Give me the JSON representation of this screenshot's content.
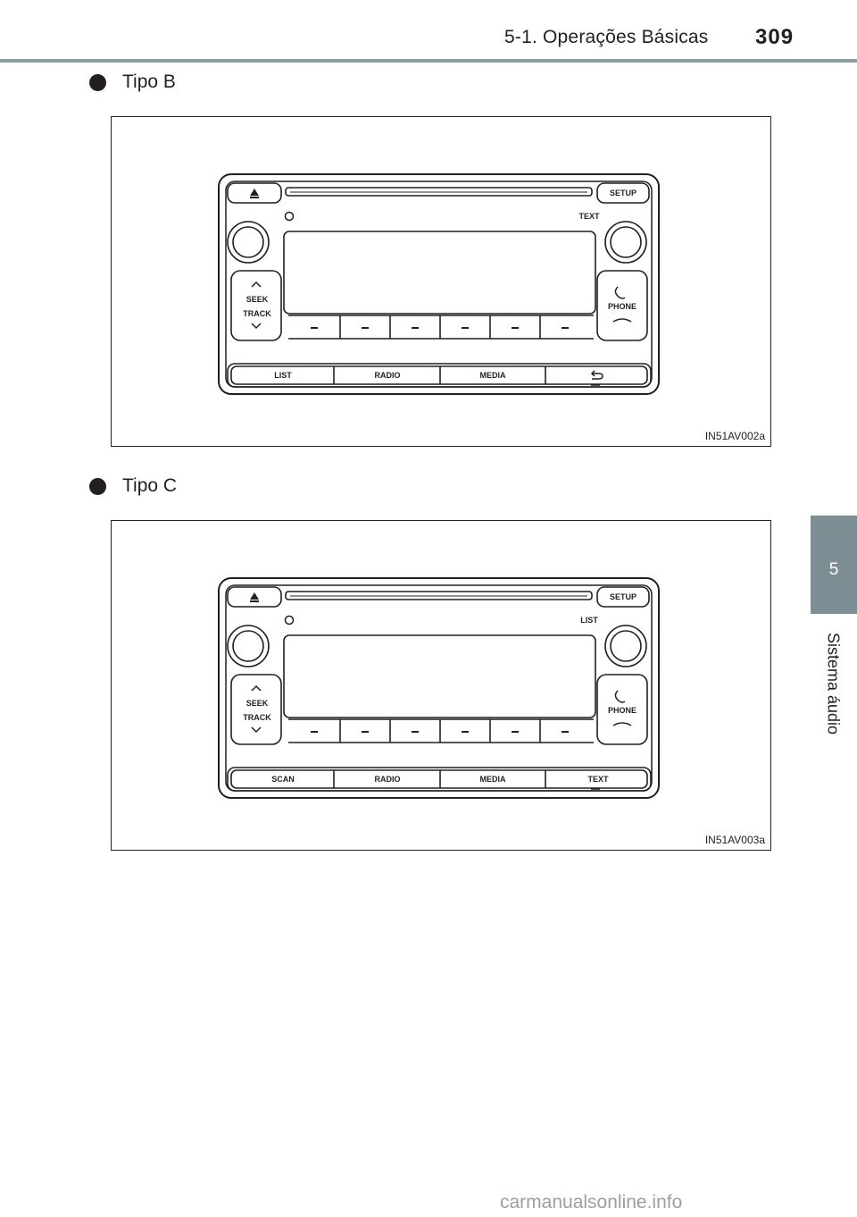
{
  "header": {
    "section_title": "5-1. Operações Básicas",
    "page_number": "309"
  },
  "side_tab": {
    "chapter_number": "5",
    "chapter_title": "Sistema áudio"
  },
  "figures": [
    {
      "heading": "Tipo B",
      "code": "IN51AV002a",
      "labels": {
        "setup": "SETUP",
        "text_top": "TEXT",
        "seek": "SEEK",
        "track": "TRACK",
        "phone": "PHONE"
      },
      "bottom_buttons": [
        "LIST",
        "RADIO",
        "MEDIA"
      ],
      "last_button_icon": "back-arrow-icon"
    },
    {
      "heading": "Tipo C",
      "code": "IN51AV003a",
      "labels": {
        "setup": "SETUP",
        "list_top": "LIST",
        "seek": "SEEK",
        "track": "TRACK",
        "phone": "PHONE"
      },
      "bottom_buttons": [
        "SCAN",
        "RADIO",
        "MEDIA",
        "TEXT"
      ]
    }
  ],
  "watermark": "carmanualsonline.info",
  "colors": {
    "rule": "#8a9da3",
    "tab": "#7d8f95"
  }
}
